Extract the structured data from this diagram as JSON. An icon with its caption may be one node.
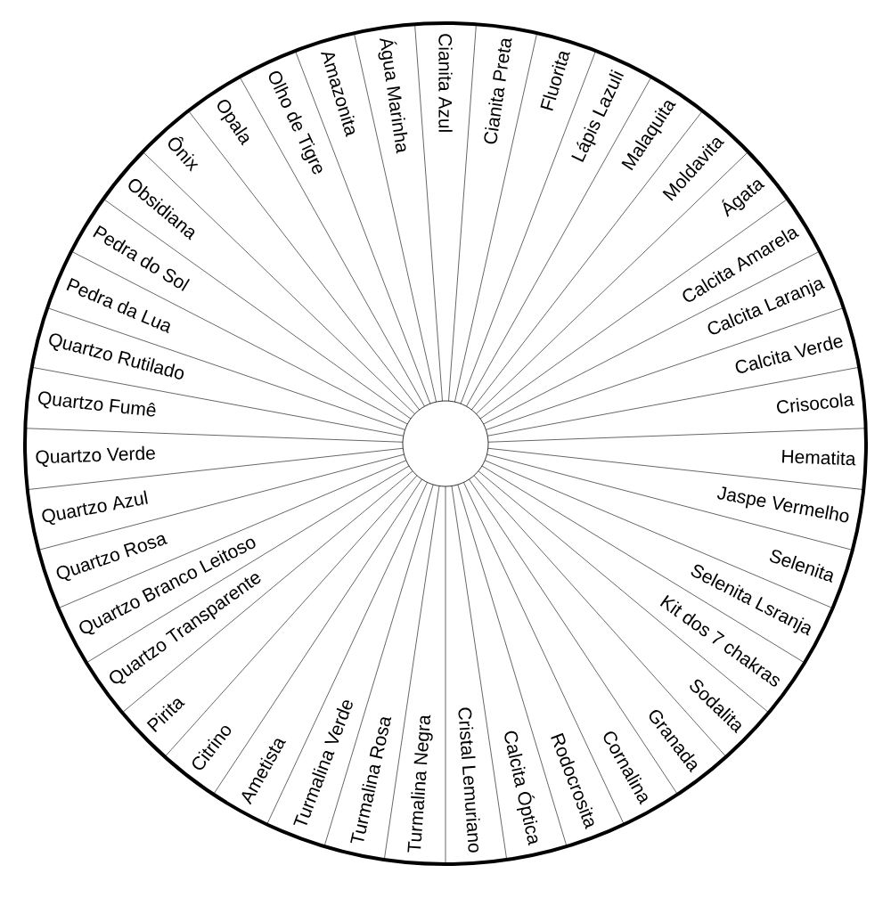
{
  "diagram": {
    "nodes": [
      {
        "text": [
          "Cianita Azul"
        ]
      },
      {
        "text": [
          "Cianita Preta"
        ]
      },
      {
        "text": [
          "Fluorita"
        ]
      },
      {
        "text": [
          "Lápis Lazuli"
        ]
      },
      {
        "text": [
          "Malaquita"
        ]
      },
      {
        "text": [
          "Moldavita"
        ]
      },
      {
        "text": [
          "Ágata"
        ]
      },
      {
        "text": [
          "Calcita Amarela"
        ]
      },
      {
        "text": [
          "Calcita Laranja"
        ]
      },
      {
        "text": [
          "Calcita Verde"
        ]
      },
      {
        "text": [
          "Crisocola"
        ]
      },
      {
        "text": [
          "Hematita"
        ]
      },
      {
        "text": [
          "Jaspe Vermelho"
        ]
      },
      {
        "text": [
          "Selenita"
        ]
      },
      {
        "text": [
          "Selenita Lsranja"
        ]
      },
      {
        "text": [
          "Kit dos 7 chakras"
        ]
      },
      {
        "text": [
          "Sodalita"
        ]
      },
      {
        "text": [
          "Granada"
        ]
      },
      {
        "text": [
          "Cornalina"
        ]
      },
      {
        "text": [
          "Rodocrosita"
        ]
      },
      {
        "text": [
          "Calcita Óptica"
        ]
      },
      {
        "text": [
          "Cristal Lemuriano"
        ]
      },
      {
        "text": [
          "Turmalina Negra"
        ]
      },
      {
        "text": [
          "Turmalina Rosa"
        ]
      },
      {
        "text": [
          "Turmalina Verde"
        ]
      },
      {
        "text": [
          "Ametista"
        ]
      },
      {
        "text": [
          "Citrino"
        ]
      },
      {
        "text": [
          "Pirita"
        ]
      },
      {
        "text": [
          "Quartzo Transparente"
        ]
      },
      {
        "text": [
          "Quartzo Branco Leitoso"
        ]
      },
      {
        "text": [
          "Quartzo Rosa"
        ]
      },
      {
        "text": [
          "Quartzo Azul"
        ]
      },
      {
        "text": [
          "Quartzo Verde"
        ]
      },
      {
        "text": [
          "Quartzo Fumê"
        ]
      },
      {
        "text": [
          "Quartzo Rutilado"
        ]
      },
      {
        "text": [
          "Pedra da Lua"
        ]
      },
      {
        "text": [
          "Pedra do Sol"
        ]
      },
      {
        "text": [
          "Obsidiana"
        ]
      },
      {
        "text": [
          "Ônix"
        ]
      },
      {
        "text": [
          "Opala"
        ]
      },
      {
        "text": [
          "Olho de Tigre"
        ]
      },
      {
        "text": [
          "Amazonita"
        ]
      },
      {
        "text": [
          "Água Marinha"
        ]
      }
    ]
  }
}
